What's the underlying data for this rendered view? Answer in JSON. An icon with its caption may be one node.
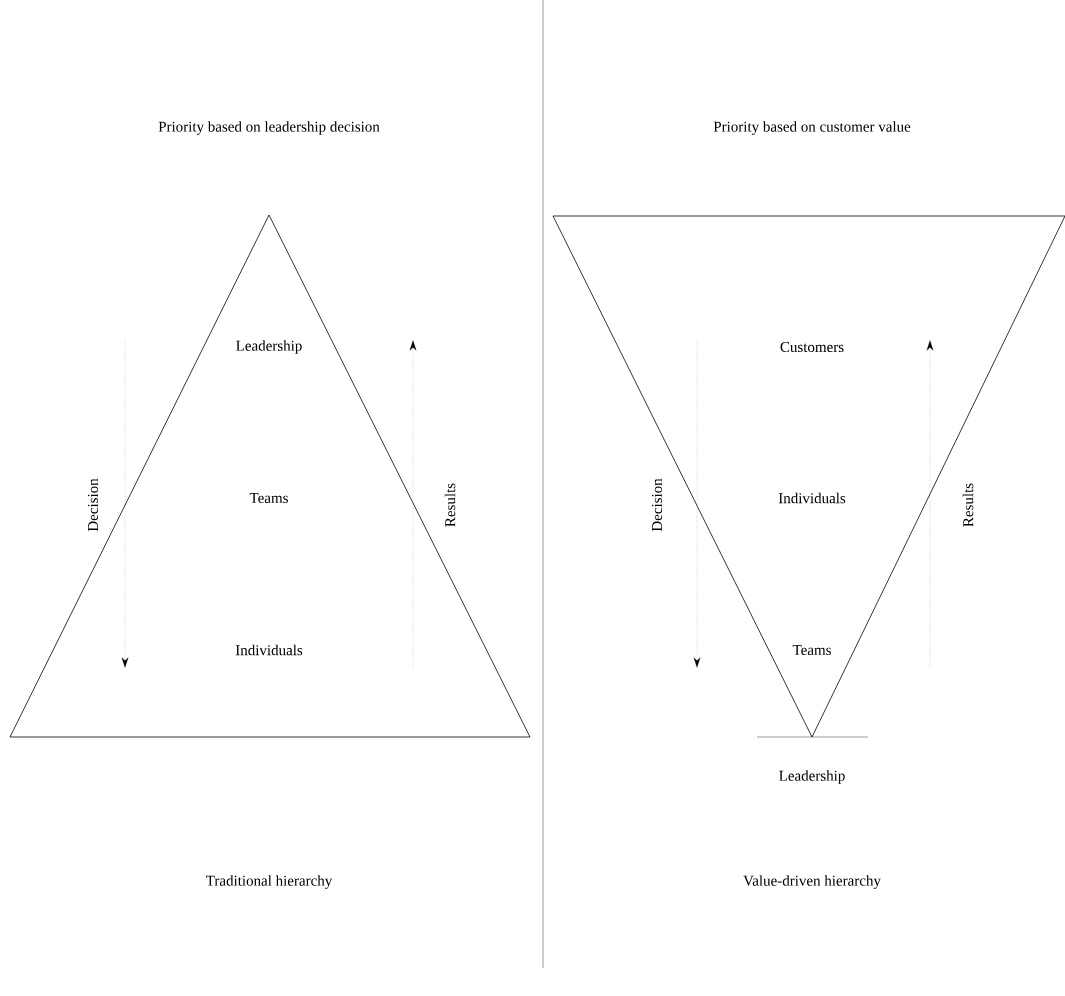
{
  "diagram": {
    "nodes": [
      {
        "text": [
          "Leadership",
          "Teams",
          "Individuals"
        ]
      },
      {
        "text": [
          "Customers",
          "Individuals",
          "Teams"
        ]
      }
    ],
    "labels": [
      "Priority based on leadership decision",
      "Priority based on customer value",
      "Decision",
      "Results",
      "Decision",
      "Results",
      "Leadership",
      "Traditional hierarchy",
      "Value-driven hierarchy"
    ]
  }
}
